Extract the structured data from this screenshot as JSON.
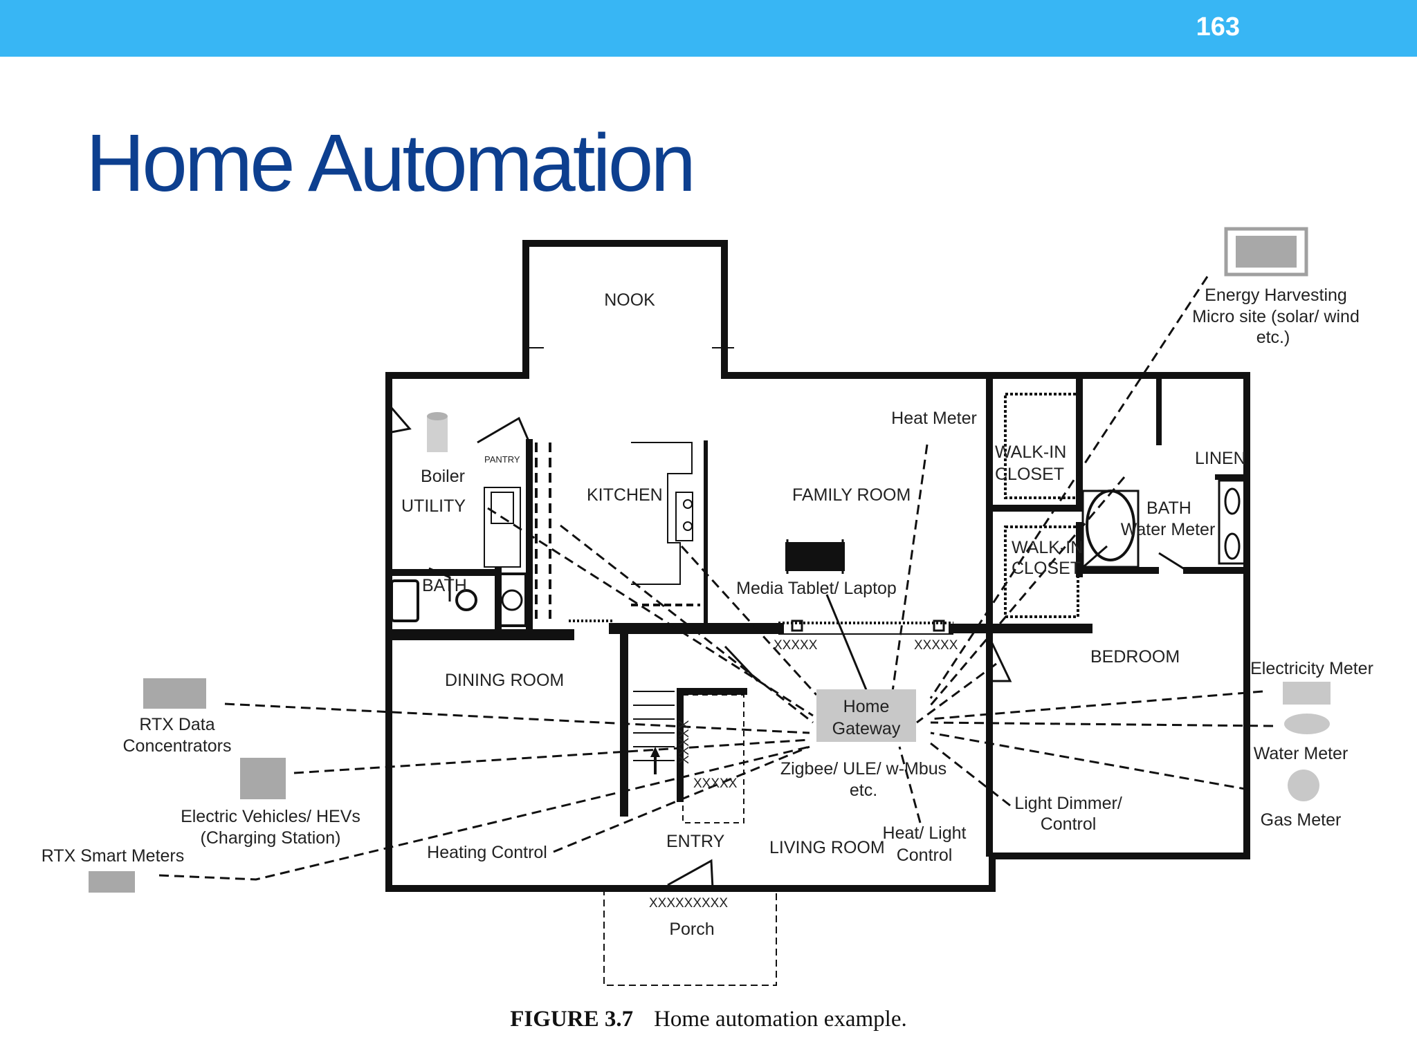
{
  "header": {
    "page_number": "163",
    "bar_color": "#38b6f4"
  },
  "title": {
    "text": "Home Automation",
    "color": "#0d3f8f"
  },
  "rooms": {
    "nook": "NOOK",
    "utility": "UTILITY",
    "pantry": "PANTRY",
    "kitchen": "KITCHEN",
    "family_room": "FAMILY ROOM",
    "walk_in_closet_1": [
      "WALK-IN",
      "CLOSET"
    ],
    "walk_in_closet_2": [
      "WALK-IN",
      "CLOSET"
    ],
    "linen": "LINEN",
    "bath_main": "BATH",
    "bath_small": "BATH",
    "dining_room": "DINING ROOM",
    "bedroom": "BEDROOM",
    "entry": "ENTRY",
    "living_room": "LIVING ROOM",
    "porch": "Porch"
  },
  "devices": {
    "boiler": "Boiler",
    "heat_meter": "Heat Meter",
    "water_meter_bath": "Water Meter",
    "media_tablet": "Media Tablet/ Laptop",
    "home_gateway": [
      "Home",
      "Gateway"
    ],
    "protocols": [
      "Zigbee/ ULE/ w-Mbus",
      "etc."
    ],
    "heat_light_control": [
      "Heat/ Light",
      "Control"
    ],
    "light_dimmer": [
      "Light Dimmer/",
      "Control"
    ],
    "heating_control": "Heating Control",
    "energy_harvesting": [
      "Energy Harvesting",
      "Micro site (solar/ wind",
      "etc.)"
    ],
    "electricity_meter": "Electricity Meter",
    "water_meter": "Water Meter",
    "gas_meter": "Gas Meter",
    "rtx_data_concentrators": [
      "RTX Data",
      "Concentrators"
    ],
    "electric_vehicles": [
      "Electric Vehicles/ HEVs",
      "(Charging Station)"
    ],
    "rtx_smart_meters": "RTX Smart Meters",
    "xxxxx": "XXXXX",
    "xxxxxxxxx": "XXXXXXXXX"
  },
  "caption": {
    "label": "FIGURE 3.7",
    "text": "Home automation example."
  }
}
